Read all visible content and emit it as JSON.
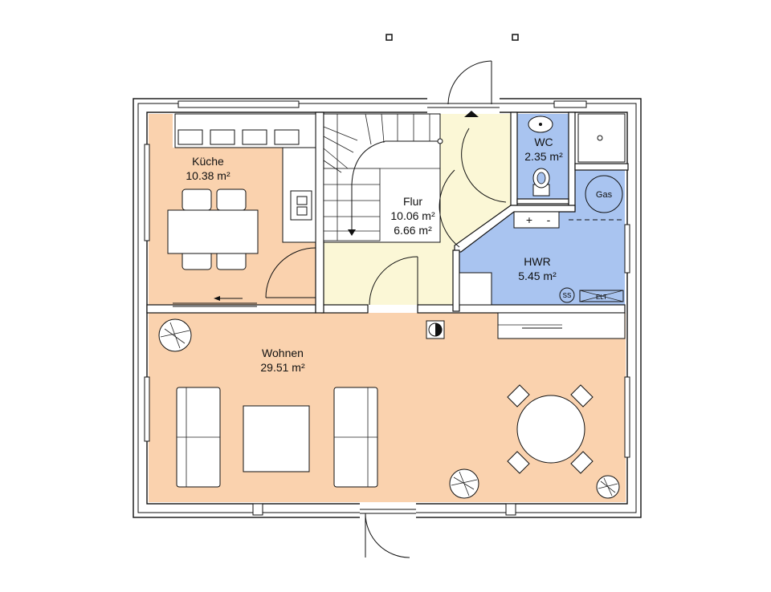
{
  "rooms": {
    "kueche": {
      "name": "Küche",
      "area": "10.38 m²",
      "color": "#FAD2AE"
    },
    "flur": {
      "name": "Flur",
      "area1": "10.06 m²",
      "area2": "6.66 m²",
      "color": "#FBF7D6"
    },
    "wc": {
      "name": "WC",
      "area": "2.35 m²",
      "color": "#A9C4F0"
    },
    "hwr": {
      "name": "HWR",
      "area": "5.45 m²",
      "color": "#A9C4F0"
    },
    "wohnen": {
      "name": "Wohnen",
      "area": "29.51 m²",
      "color": "#FAD2AE"
    }
  },
  "fixtures": {
    "gas": "Gas",
    "ss": "SS",
    "elt": "ELT",
    "plus": "+",
    "minus": "-"
  },
  "colors": {
    "wall": "#111111",
    "background": "#ffffff"
  }
}
